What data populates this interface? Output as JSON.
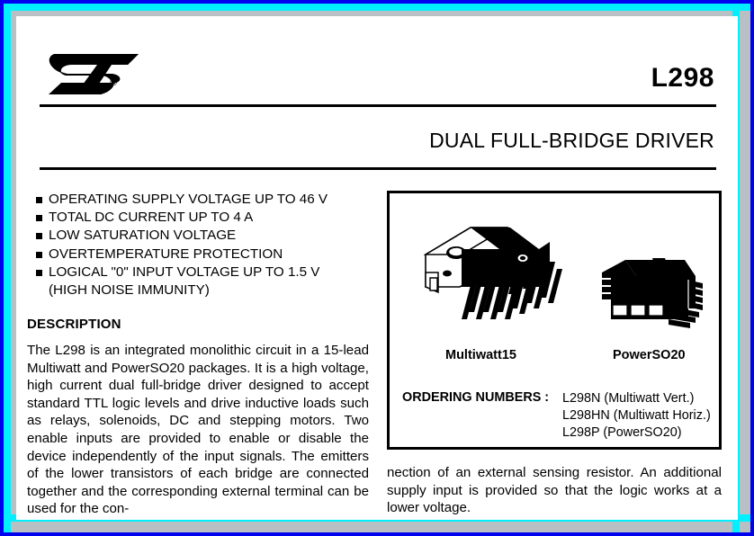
{
  "document": {
    "part_number": "L298",
    "subtitle": "DUAL FULL-BRIDGE DRIVER",
    "logo_name": "st-logo",
    "registered_mark": "®"
  },
  "features": [
    {
      "text": "OPERATING SUPPLY VOLTAGE UP TO 46 V",
      "cont": ""
    },
    {
      "text": "TOTAL DC CURRENT UP TO 4 A",
      "cont": ""
    },
    {
      "text": "LOW SATURATION VOLTAGE",
      "cont": ""
    },
    {
      "text": "OVERTEMPERATURE PROTECTION",
      "cont": ""
    },
    {
      "text": "LOGICAL \"0\" INPUT VOLTAGE UP TO 1.5 V",
      "cont": "(HIGH NOISE IMMUNITY)"
    }
  ],
  "description": {
    "heading": "DESCRIPTION",
    "body": "The L298 is an integrated monolithic circuit in a 15-lead Multiwatt and PowerSO20 packages. It is a high voltage, high current dual full-bridge driver designed to accept standard TTL logic levels and drive inductive loads such as relays, solenoids, DC and stepping motors. Two enable inputs are provided to enable or disable the device independently of the input signals. The emitters of the lower transistors of each bridge are connected together and the corresponding external terminal can be used for the con-",
    "continuation": "nection of an external sensing resistor. An additional supply input is provided so that the logic works at a lower voltage."
  },
  "packages": {
    "multiwatt": {
      "label": "Multiwatt15"
    },
    "powerso": {
      "label": "PowerSO20"
    }
  },
  "ordering": {
    "title": "ORDERING NUMBERS :",
    "items": [
      "L298N (Multiwatt Vert.)",
      "L298HN (Multiwatt Horiz.)",
      "L298P (PowerSO20)"
    ]
  },
  "colors": {
    "border_blue": "#0000ee",
    "border_gray": "#b9c0c4",
    "border_cyan": "#00f0ff",
    "page_background": "#ffffff",
    "text": "#000000"
  }
}
